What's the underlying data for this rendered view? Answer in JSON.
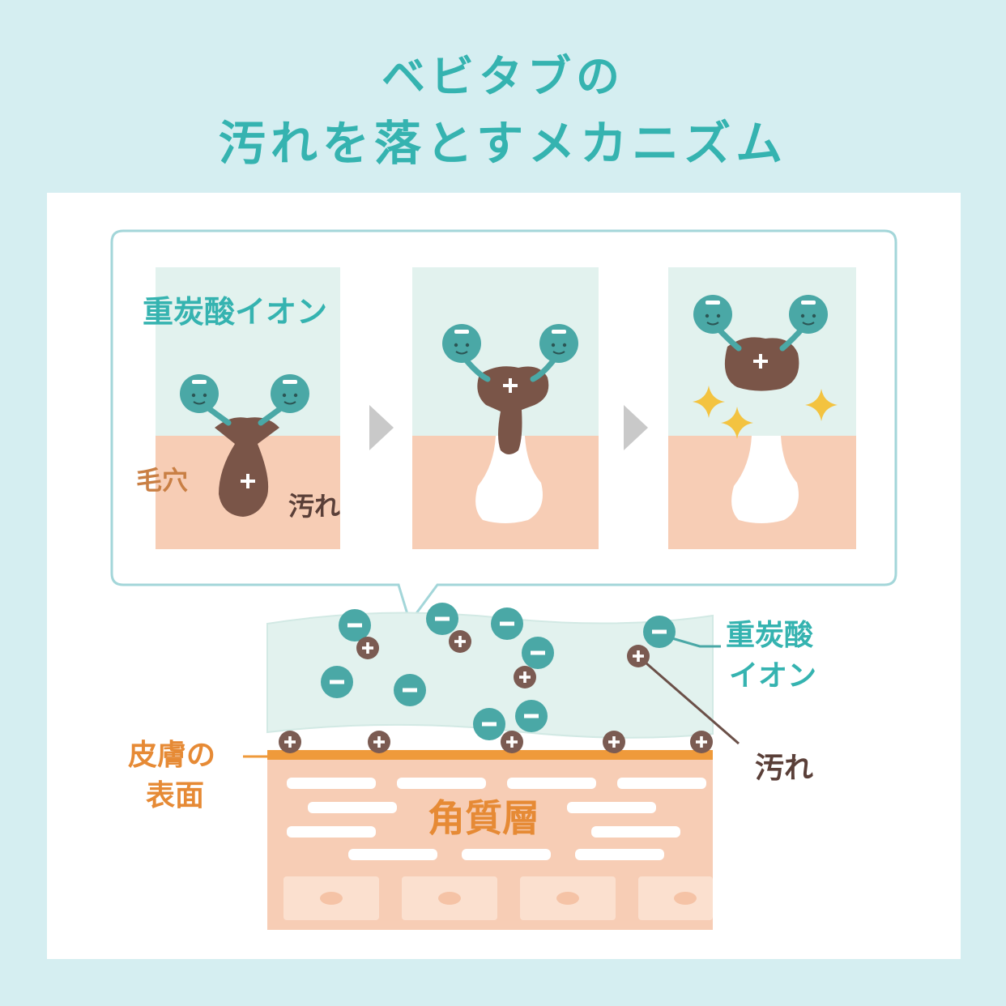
{
  "title": {
    "line1": "ベビタブの",
    "line2": "汚れを落とすメカニズム"
  },
  "panels": {
    "ion_label": "重炭酸イオン",
    "pore_label": "毛穴",
    "dirt_label": "汚れ"
  },
  "lower": {
    "ion_label_line1": "重炭酸",
    "ion_label_line2": "イオン",
    "dirt_label": "汚れ",
    "skin_surface_line1": "皮膚の",
    "skin_surface_line2": "表面",
    "stratum_label": "角質層"
  },
  "symbols": {
    "minus": "−",
    "plus": "+"
  },
  "colors": {
    "teal": "#35b3b0",
    "ion": "#4aa8a6",
    "dirt": "#7a5548",
    "skin": "#f7cdb5",
    "surface": "#ef9a3b",
    "water": "#e2f2ee",
    "orange_text": "#e68a35"
  }
}
